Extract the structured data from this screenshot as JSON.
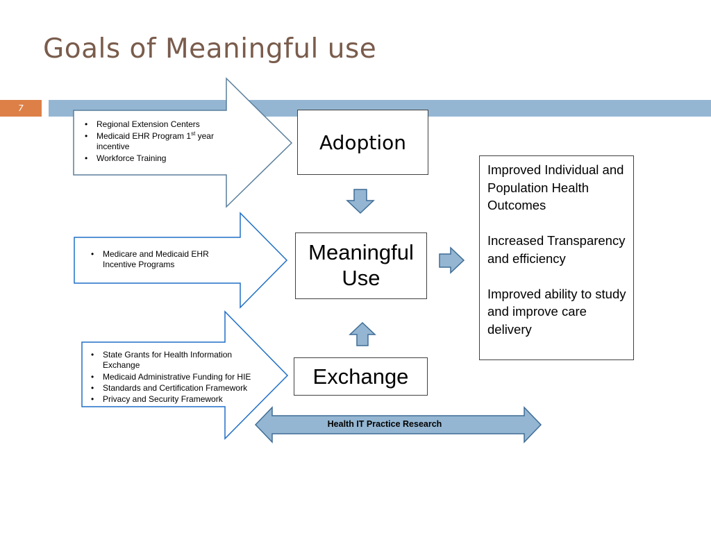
{
  "slide": {
    "title": "Goals of Meaningful use",
    "number": "7"
  },
  "colors": {
    "title": "#7a5c4c",
    "band": "#94b6d2",
    "slide_number_bg": "#dd8047",
    "arrow_fill": "#94b6d2",
    "arrow_stroke": "#3e6c95",
    "outline_top": "#5a7f9c",
    "outline_blue": "#1f6fc5"
  },
  "inputs": {
    "adoption": [
      "Regional Extension Centers",
      "Medicaid EHR Program 1",
      "st",
      " year incentive",
      "Workforce Training"
    ],
    "meaningful_use": [
      "Medicare and Medicaid EHR Incentive Programs"
    ],
    "exchange": [
      "State Grants for Health Information Exchange",
      "Medicaid Administrative Funding for HIE",
      "Standards and Certification Framework",
      "Privacy and Security Framework"
    ]
  },
  "stages": {
    "adoption": "Adoption",
    "meaningful_use_line1": "Meaningful",
    "meaningful_use_line2": "Use",
    "exchange": "Exchange"
  },
  "outcomes": [
    "Improved Individual and Population Health Outcomes",
    "Increased Transparency and efficiency",
    "Improved ability to study and improve care delivery"
  ],
  "research_bar": "Health IT Practice Research"
}
